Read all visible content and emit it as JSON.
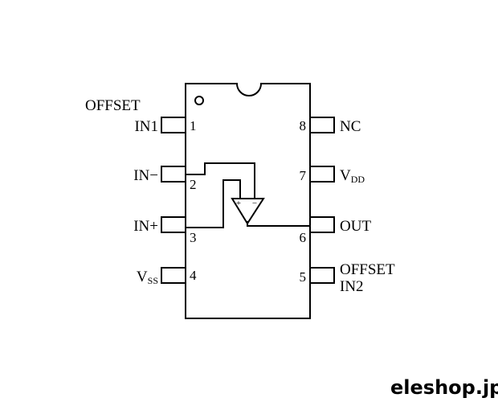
{
  "pins": {
    "p1": {
      "number": "1",
      "label_top": "OFFSET",
      "label_bottom": "IN1"
    },
    "p2": {
      "number": "2",
      "label": "IN−"
    },
    "p3": {
      "number": "3",
      "label": "IN+"
    },
    "p4": {
      "number": "4",
      "label_main": "V",
      "label_sub": "SS"
    },
    "p5": {
      "number": "5",
      "label_top": "OFFSET",
      "label_bottom": "IN2"
    },
    "p6": {
      "number": "6",
      "label": "OUT"
    },
    "p7": {
      "number": "7",
      "label_main": "V",
      "label_sub": "DD"
    },
    "p8": {
      "number": "8",
      "label": "NC"
    }
  },
  "opamp": {
    "plus": "+",
    "minus": "−"
  },
  "watermark": "eleshop.jp"
}
